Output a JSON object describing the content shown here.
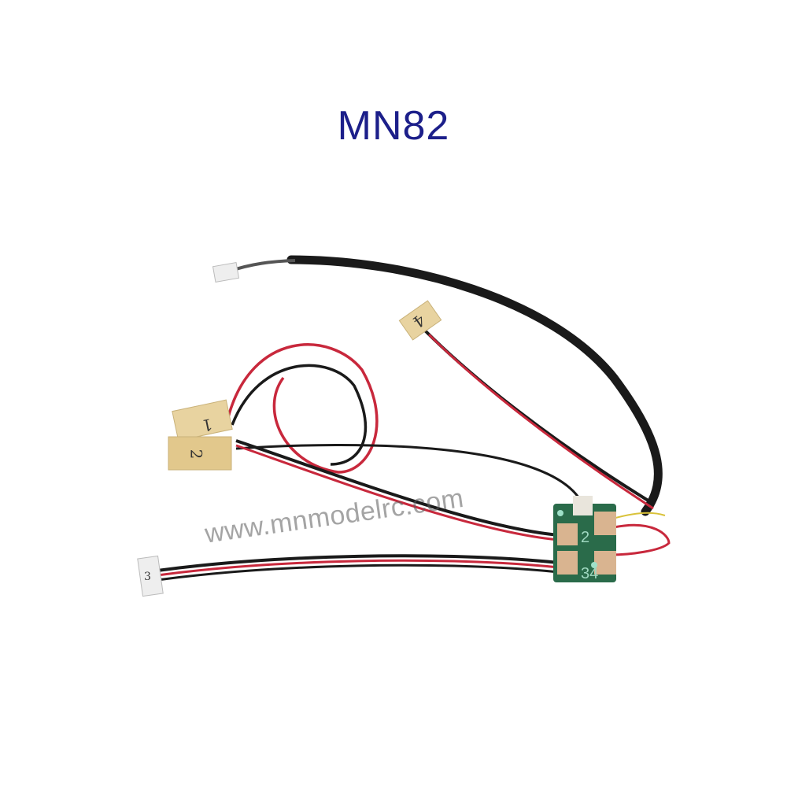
{
  "title": "MN82",
  "watermark": "www.mnmodelrc.com",
  "connector_tags": [
    "1",
    "2",
    "3",
    "4"
  ],
  "pcb_labels": [
    "2",
    "34"
  ],
  "colors": {
    "title": "#1c1f8a",
    "wire_red": "#c8283c",
    "wire_black": "#1a1a1a",
    "pcb": "#2a6b4a",
    "tag": "#e8d3a0"
  }
}
